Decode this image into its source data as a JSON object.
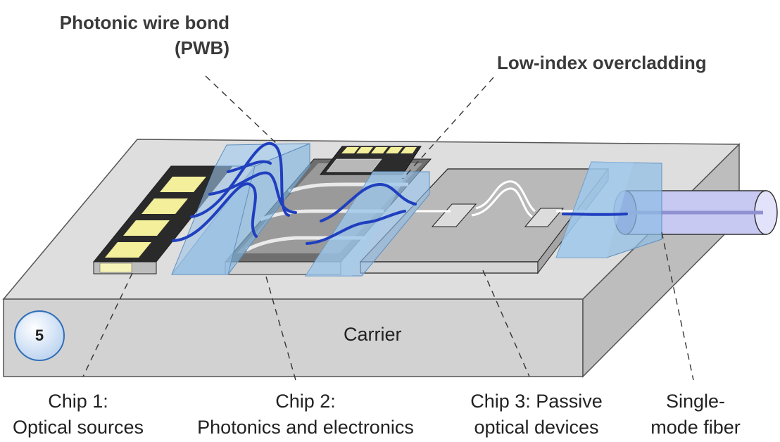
{
  "labels": {
    "pwb_title_line1": "Photonic wire bond",
    "pwb_title_line2": "(PWB)",
    "overcladding": "Low-index overcladding",
    "carrier": "Carrier",
    "badge_number": "5",
    "chip1_line1": "Chip 1:",
    "chip1_line2": "Optical sources",
    "chip2_line1": "Chip 2:",
    "chip2_line2": "Photonics and electronics",
    "chip3_line1": "Chip 3: Passive",
    "chip3_line2": "optical devices",
    "fiber_line1": "Single-",
    "fiber_line2": "mode fiber"
  },
  "colors": {
    "carrier_top": "#dcdcdc",
    "carrier_side": "#cdcdcd",
    "cladding": "#9cc3e6",
    "wire": "#1f3fbf",
    "pad": "#f3ef9a"
  }
}
